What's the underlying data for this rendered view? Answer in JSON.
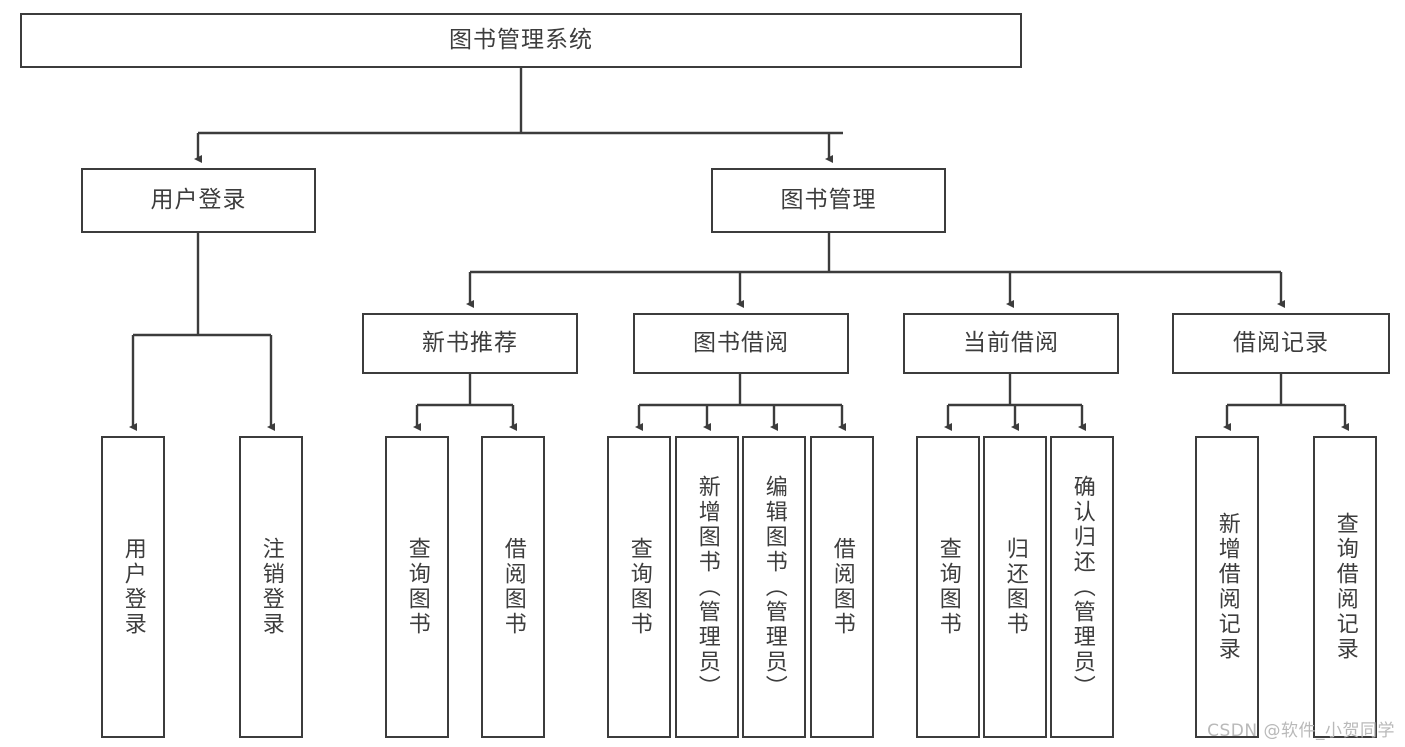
{
  "diagram": {
    "title": "图书管理系统",
    "type": "hierarchy-tree",
    "colors": {
      "border": "#3c3c3c",
      "text": "#3d3d3d",
      "background": "#ffffff",
      "watermark": "#b9b9b9"
    },
    "root": {
      "label": "图书管理系统"
    },
    "level2": [
      {
        "label": "用户登录"
      },
      {
        "label": "图书管理"
      }
    ],
    "level3": [
      {
        "label": "新书推荐"
      },
      {
        "label": "图书借阅"
      },
      {
        "label": "当前借阅"
      },
      {
        "label": "借阅记录"
      }
    ],
    "leaves": {
      "user_login": [
        {
          "label": "用户登录"
        },
        {
          "label": "注销登录"
        }
      ],
      "new_book_recommend": [
        {
          "label": "查询图书"
        },
        {
          "label": "借阅图书"
        }
      ],
      "book_borrow": [
        {
          "label": "查询图书"
        },
        {
          "label": "新增图书（管理员）"
        },
        {
          "label": "编辑图书（管理员）"
        },
        {
          "label": "借阅图书"
        }
      ],
      "current_borrow": [
        {
          "label": "查询图书"
        },
        {
          "label": "归还图书"
        },
        {
          "label": "确认归还（管理员）"
        }
      ],
      "borrow_record": [
        {
          "label": "新增借阅记录"
        },
        {
          "label": "查询借阅记录"
        }
      ]
    }
  },
  "watermark": {
    "text": "CSDN @软件_小贺同学"
  }
}
